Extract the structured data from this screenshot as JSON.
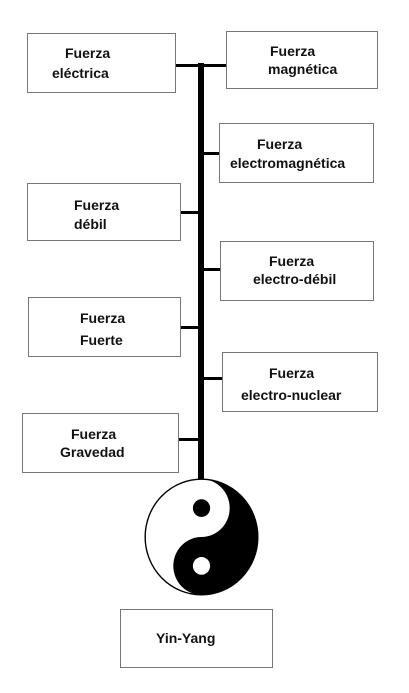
{
  "left_boxes": [
    {
      "line1": "Fuerza",
      "line2": "eléctrica"
    },
    {
      "line1": "Fuerza",
      "line2": "débil"
    },
    {
      "line1": "Fuerza",
      "line2": "Fuerte"
    },
    {
      "line1": "Fuerza",
      "line2": "Gravedad"
    }
  ],
  "right_boxes": [
    {
      "line1": "Fuerza",
      "line2": "magnética"
    },
    {
      "line1": "Fuerza",
      "line2": "electromagnética"
    },
    {
      "line1": "Fuerza",
      "line2": "electro-débil"
    },
    {
      "line1": "Fuerza",
      "line2": "electro-nuclear"
    }
  ],
  "bottom_box": {
    "label": "Yin-Yang"
  },
  "symbol": {
    "name": "yin-yang-icon",
    "dark_color": "#000000",
    "light_color": "#ffffff"
  }
}
